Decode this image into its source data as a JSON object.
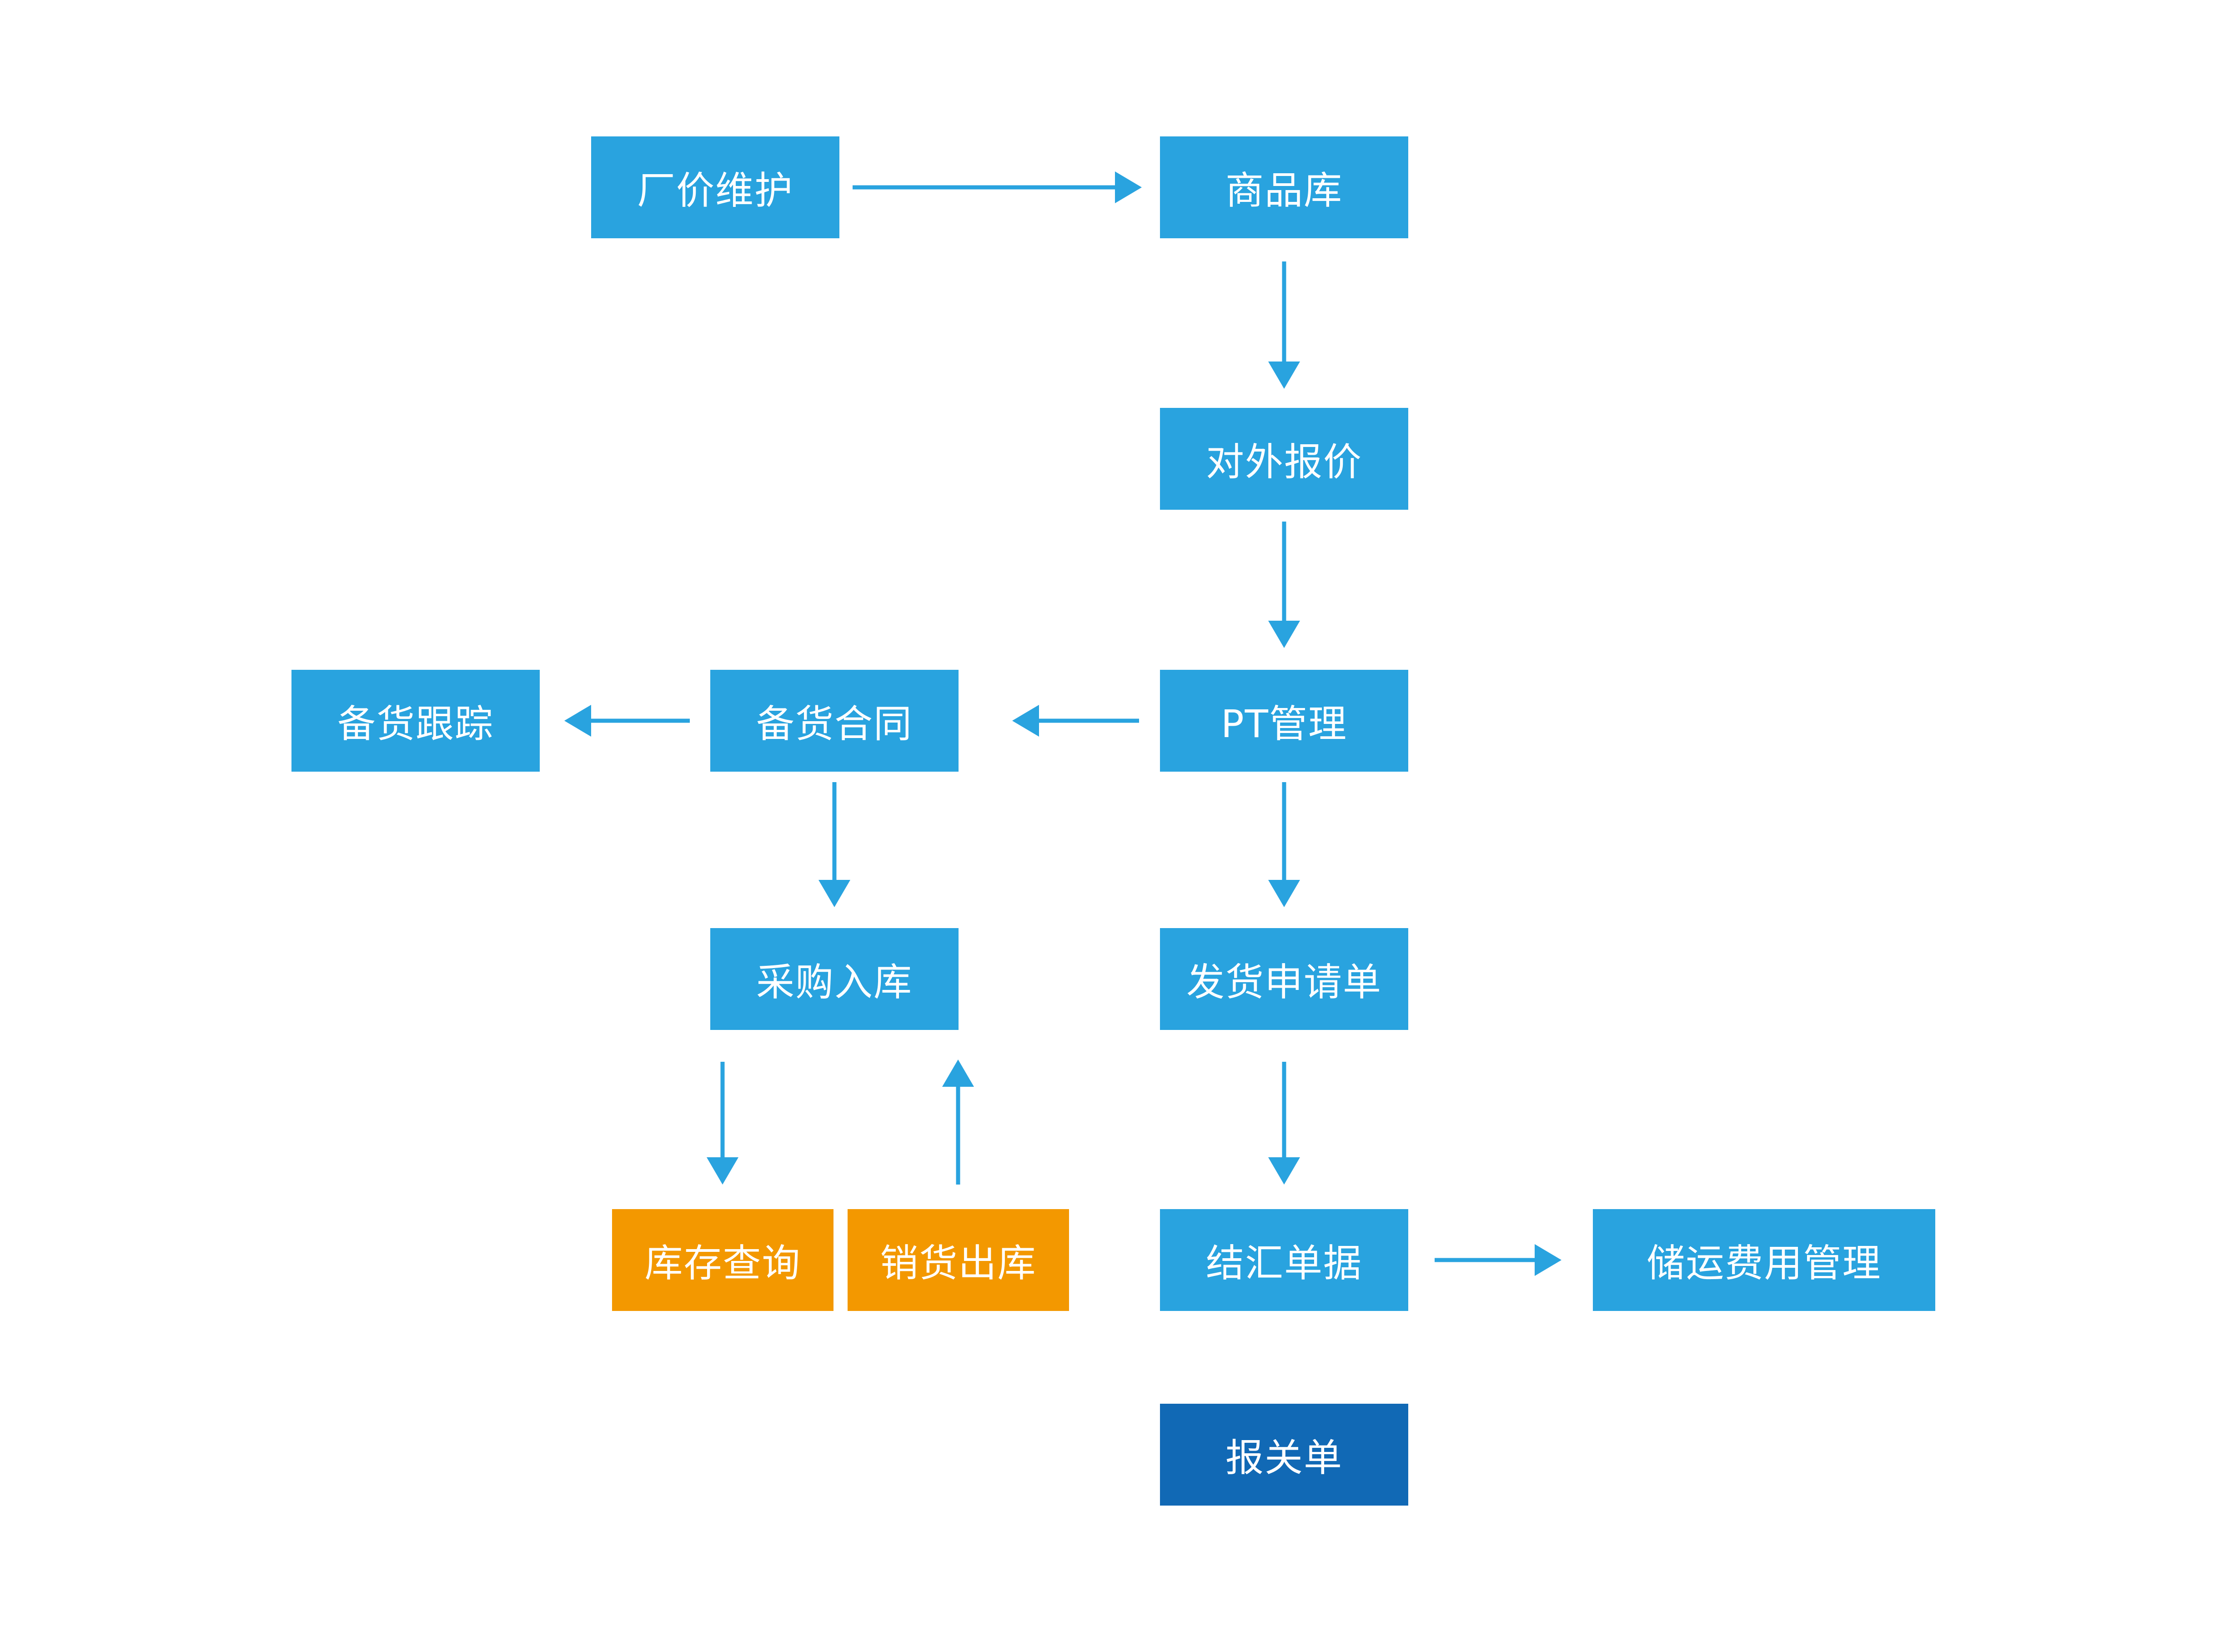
{
  "diagram": {
    "nodes": {
      "changjia": "厂价维护",
      "shangpin": "商品库",
      "duiwai": "对外报价",
      "pt": "PT管理",
      "beihuohetong": "备货合同",
      "beihuogenzong": "备货跟踪",
      "caigou": "采购入库",
      "fahuo": "发货申请单",
      "kucun": "库存查询",
      "xiaohuo": "销货出库",
      "jiehui": "结汇单据",
      "chuyun": "储运费用管理",
      "baoguan": "报关单"
    },
    "edges": [
      {
        "from": "changjia",
        "to": "shangpin"
      },
      {
        "from": "shangpin",
        "to": "duiwai"
      },
      {
        "from": "duiwai",
        "to": "pt"
      },
      {
        "from": "pt",
        "to": "beihuohetong"
      },
      {
        "from": "beihuohetong",
        "to": "beihuogenzong"
      },
      {
        "from": "beihuohetong",
        "to": "caigou"
      },
      {
        "from": "pt",
        "to": "fahuo"
      },
      {
        "from": "caigou",
        "to": "kucun"
      },
      {
        "from": "xiaohuo",
        "to": "caigou"
      },
      {
        "from": "fahuo",
        "to": "jiehui"
      },
      {
        "from": "jiehui",
        "to": "chuyun"
      }
    ],
    "colors": {
      "node_blue": "#29a3df",
      "node_orange": "#f39800",
      "node_dark_blue": "#1169b5",
      "arrow": "#29a3df",
      "text": "#ffffff"
    }
  }
}
